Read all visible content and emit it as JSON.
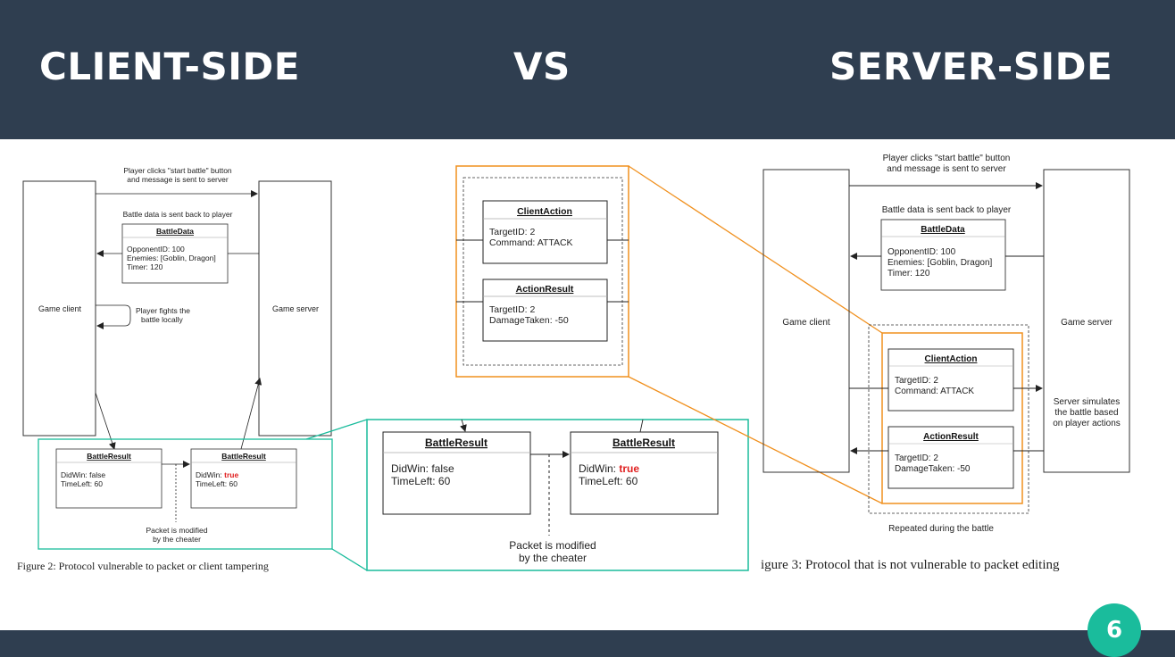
{
  "header": {
    "left": "CLIENT-SIDE",
    "middle": "VS",
    "right": "SERVER-SIDE"
  },
  "page_number": "6",
  "common": {
    "click_msg_1": "Player clicks \"start battle\" button",
    "click_msg_2": "and message is sent to server",
    "data_back": "Battle data is sent back to player",
    "game_client": "Game client",
    "game_server": "Game server",
    "battle_data_title": "BattleData",
    "opponent": "OpponentID: 100",
    "enemies": "Enemies: [Goblin, Dragon]",
    "timer": "Timer: 120",
    "client_action_title": "ClientAction",
    "target_id": "TargetID: 2",
    "command": "Command: ATTACK",
    "action_result_title": "ActionResult",
    "damage": "DamageTaken: -50",
    "battle_result_title": "BattleResult",
    "didwin_label": "DidWin: ",
    "false_value": "false",
    "true_value": "true",
    "timeleft": "TimeLeft: 60",
    "packet_mod_1": "Packet is modified",
    "packet_mod_2": "by the cheater"
  },
  "left_figure": {
    "fight_1": "Player fights the",
    "fight_2": "battle locally",
    "caption": "Figure 2: Protocol vulnerable to packet or client tampering"
  },
  "right_figure": {
    "sim_1": "Server simulates",
    "sim_2": "the battle based",
    "sim_3": "on player actions",
    "repeated": "Repeated during the battle",
    "caption": "igure 3: Protocol that is not vulnerable to packet editing"
  },
  "colors": {
    "header_bg": "#2f3e50",
    "orange": "#f0901e",
    "teal": "#1abc9c",
    "red": "#e02020"
  }
}
